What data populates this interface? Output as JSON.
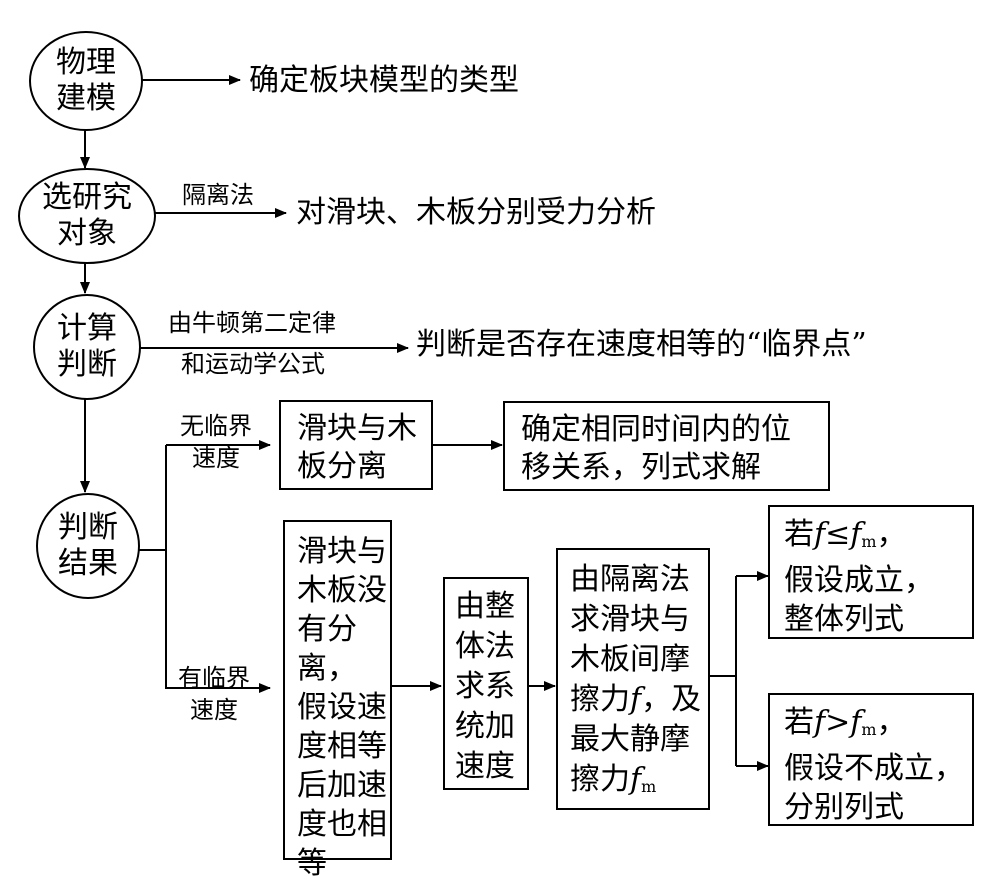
{
  "circles": {
    "physics_modeling": "物理\n建模",
    "select_object": "选研究\n对象",
    "calculate_judge": "计算\n判断",
    "judge_result": "判断\n结果"
  },
  "flow": {
    "determine_type": "确定板块模型的类型",
    "isolation_label": "隔离法",
    "force_analysis": "对滑块、木板分别受力分析",
    "newton_label_1": "由牛顿第二定律",
    "newton_label_2": "和运动学公式",
    "critical_point": "判断是否存在速度相等的“临界点”"
  },
  "branches": {
    "no_critical": "无临界\n速度",
    "has_critical": "有临界\n速度"
  },
  "boxes": {
    "separate": "滑块与木\n板分离",
    "displacement": "确定相同时间内的位\n移关系，列式求解",
    "not_separate": "滑块与\n木板没\n有分离，\n假设速\n度相等\n后加速\n度也相\n等",
    "whole_method": "由整\n体法\n求系\n统加\n速度",
    "isolation_friction_1": "由隔离法\n求滑块与\n木板间摩\n擦力",
    "isolation_friction_f": "f",
    "isolation_friction_2": "，及\n最大静摩\n擦力",
    "isolation_friction_fm": "f",
    "isolation_friction_sub": "m"
  },
  "conditions": {
    "le_prefix": "若",
    "le_f": "f",
    "le_op": "≤",
    "le_fm": "f",
    "le_sub": "m",
    "le_tail": "，",
    "le_rest": "假设成立，\n整体列式",
    "gt_prefix": "若",
    "gt_f": "f",
    "gt_op": ">",
    "gt_fm": "f",
    "gt_sub": "m",
    "gt_tail": "，",
    "gt_rest": "假设不成立，\n分别列式"
  }
}
